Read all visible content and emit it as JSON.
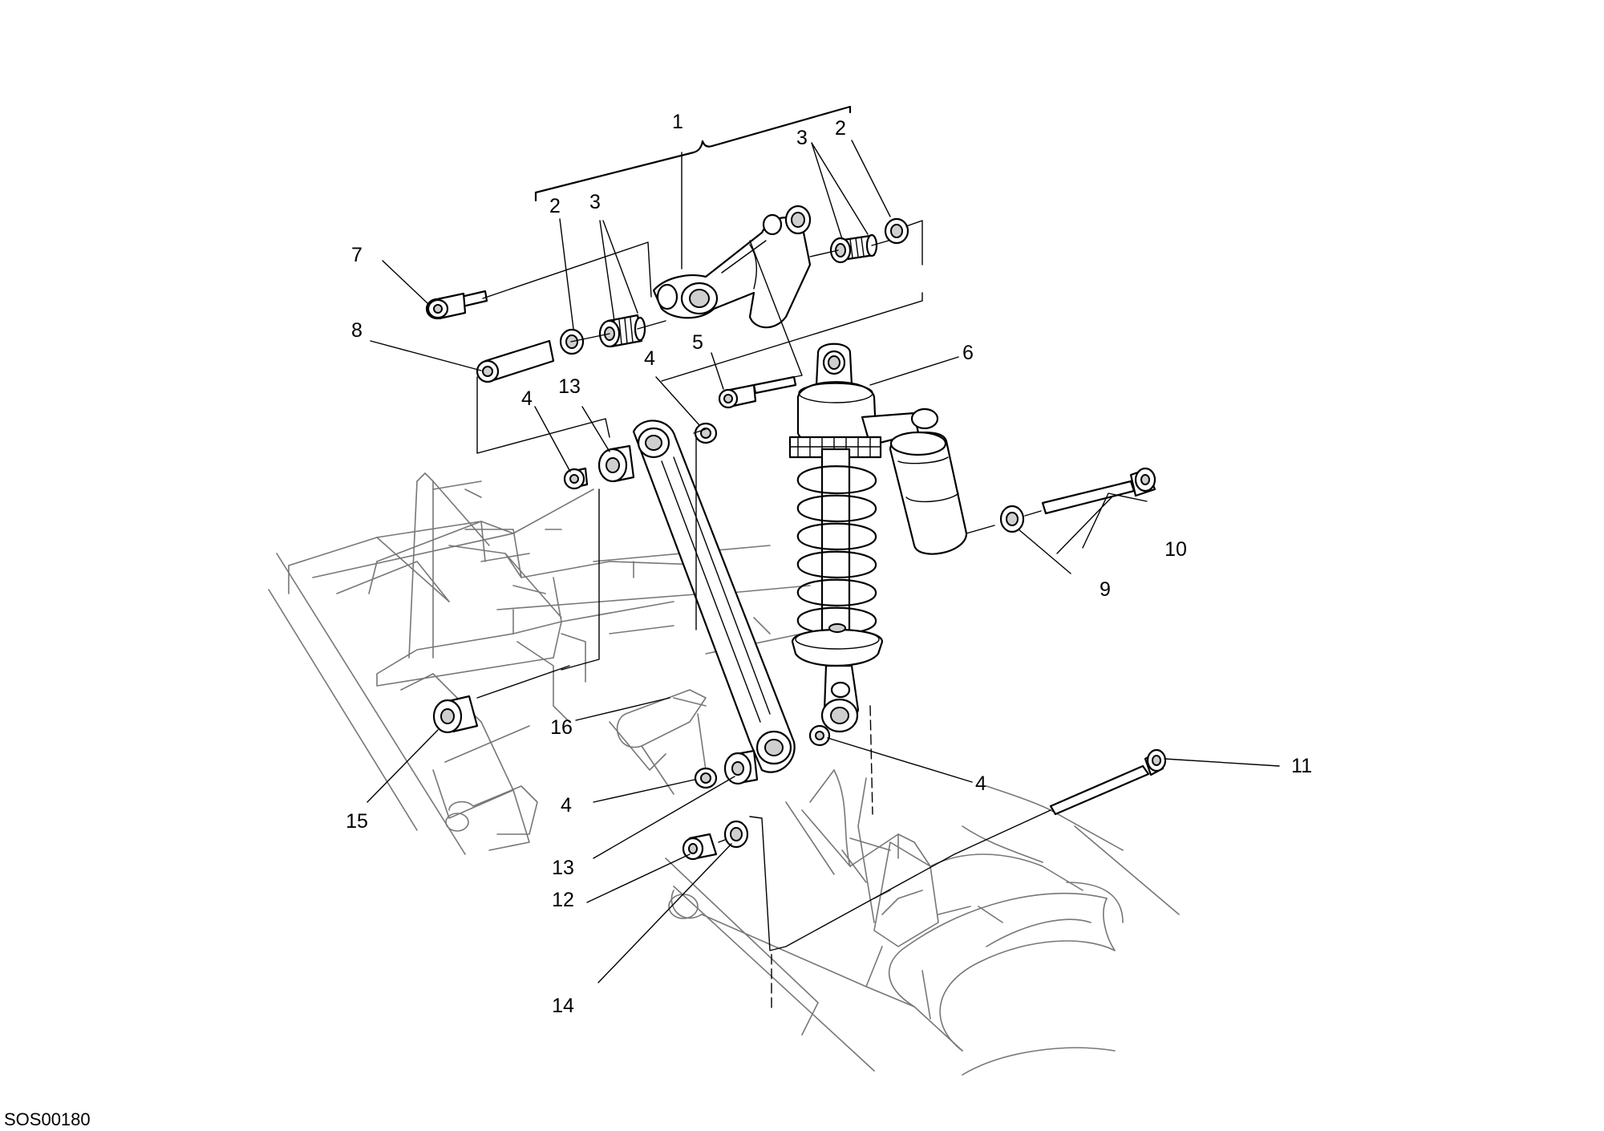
{
  "drawing_code": "SOS00180",
  "callouts": {
    "c1": "1",
    "c2a": "2",
    "c2b": "2",
    "c3a": "3",
    "c3b": "3",
    "c4a": "4",
    "c4b": "4",
    "c4c": "4",
    "c4d": "4",
    "c5": "5",
    "c6": "6",
    "c7": "7",
    "c8": "8",
    "c9": "9",
    "c10": "10",
    "c11": "11",
    "c12": "12",
    "c13a": "13",
    "c13b": "13",
    "c14": "14",
    "c15": "15",
    "c16": "16"
  }
}
